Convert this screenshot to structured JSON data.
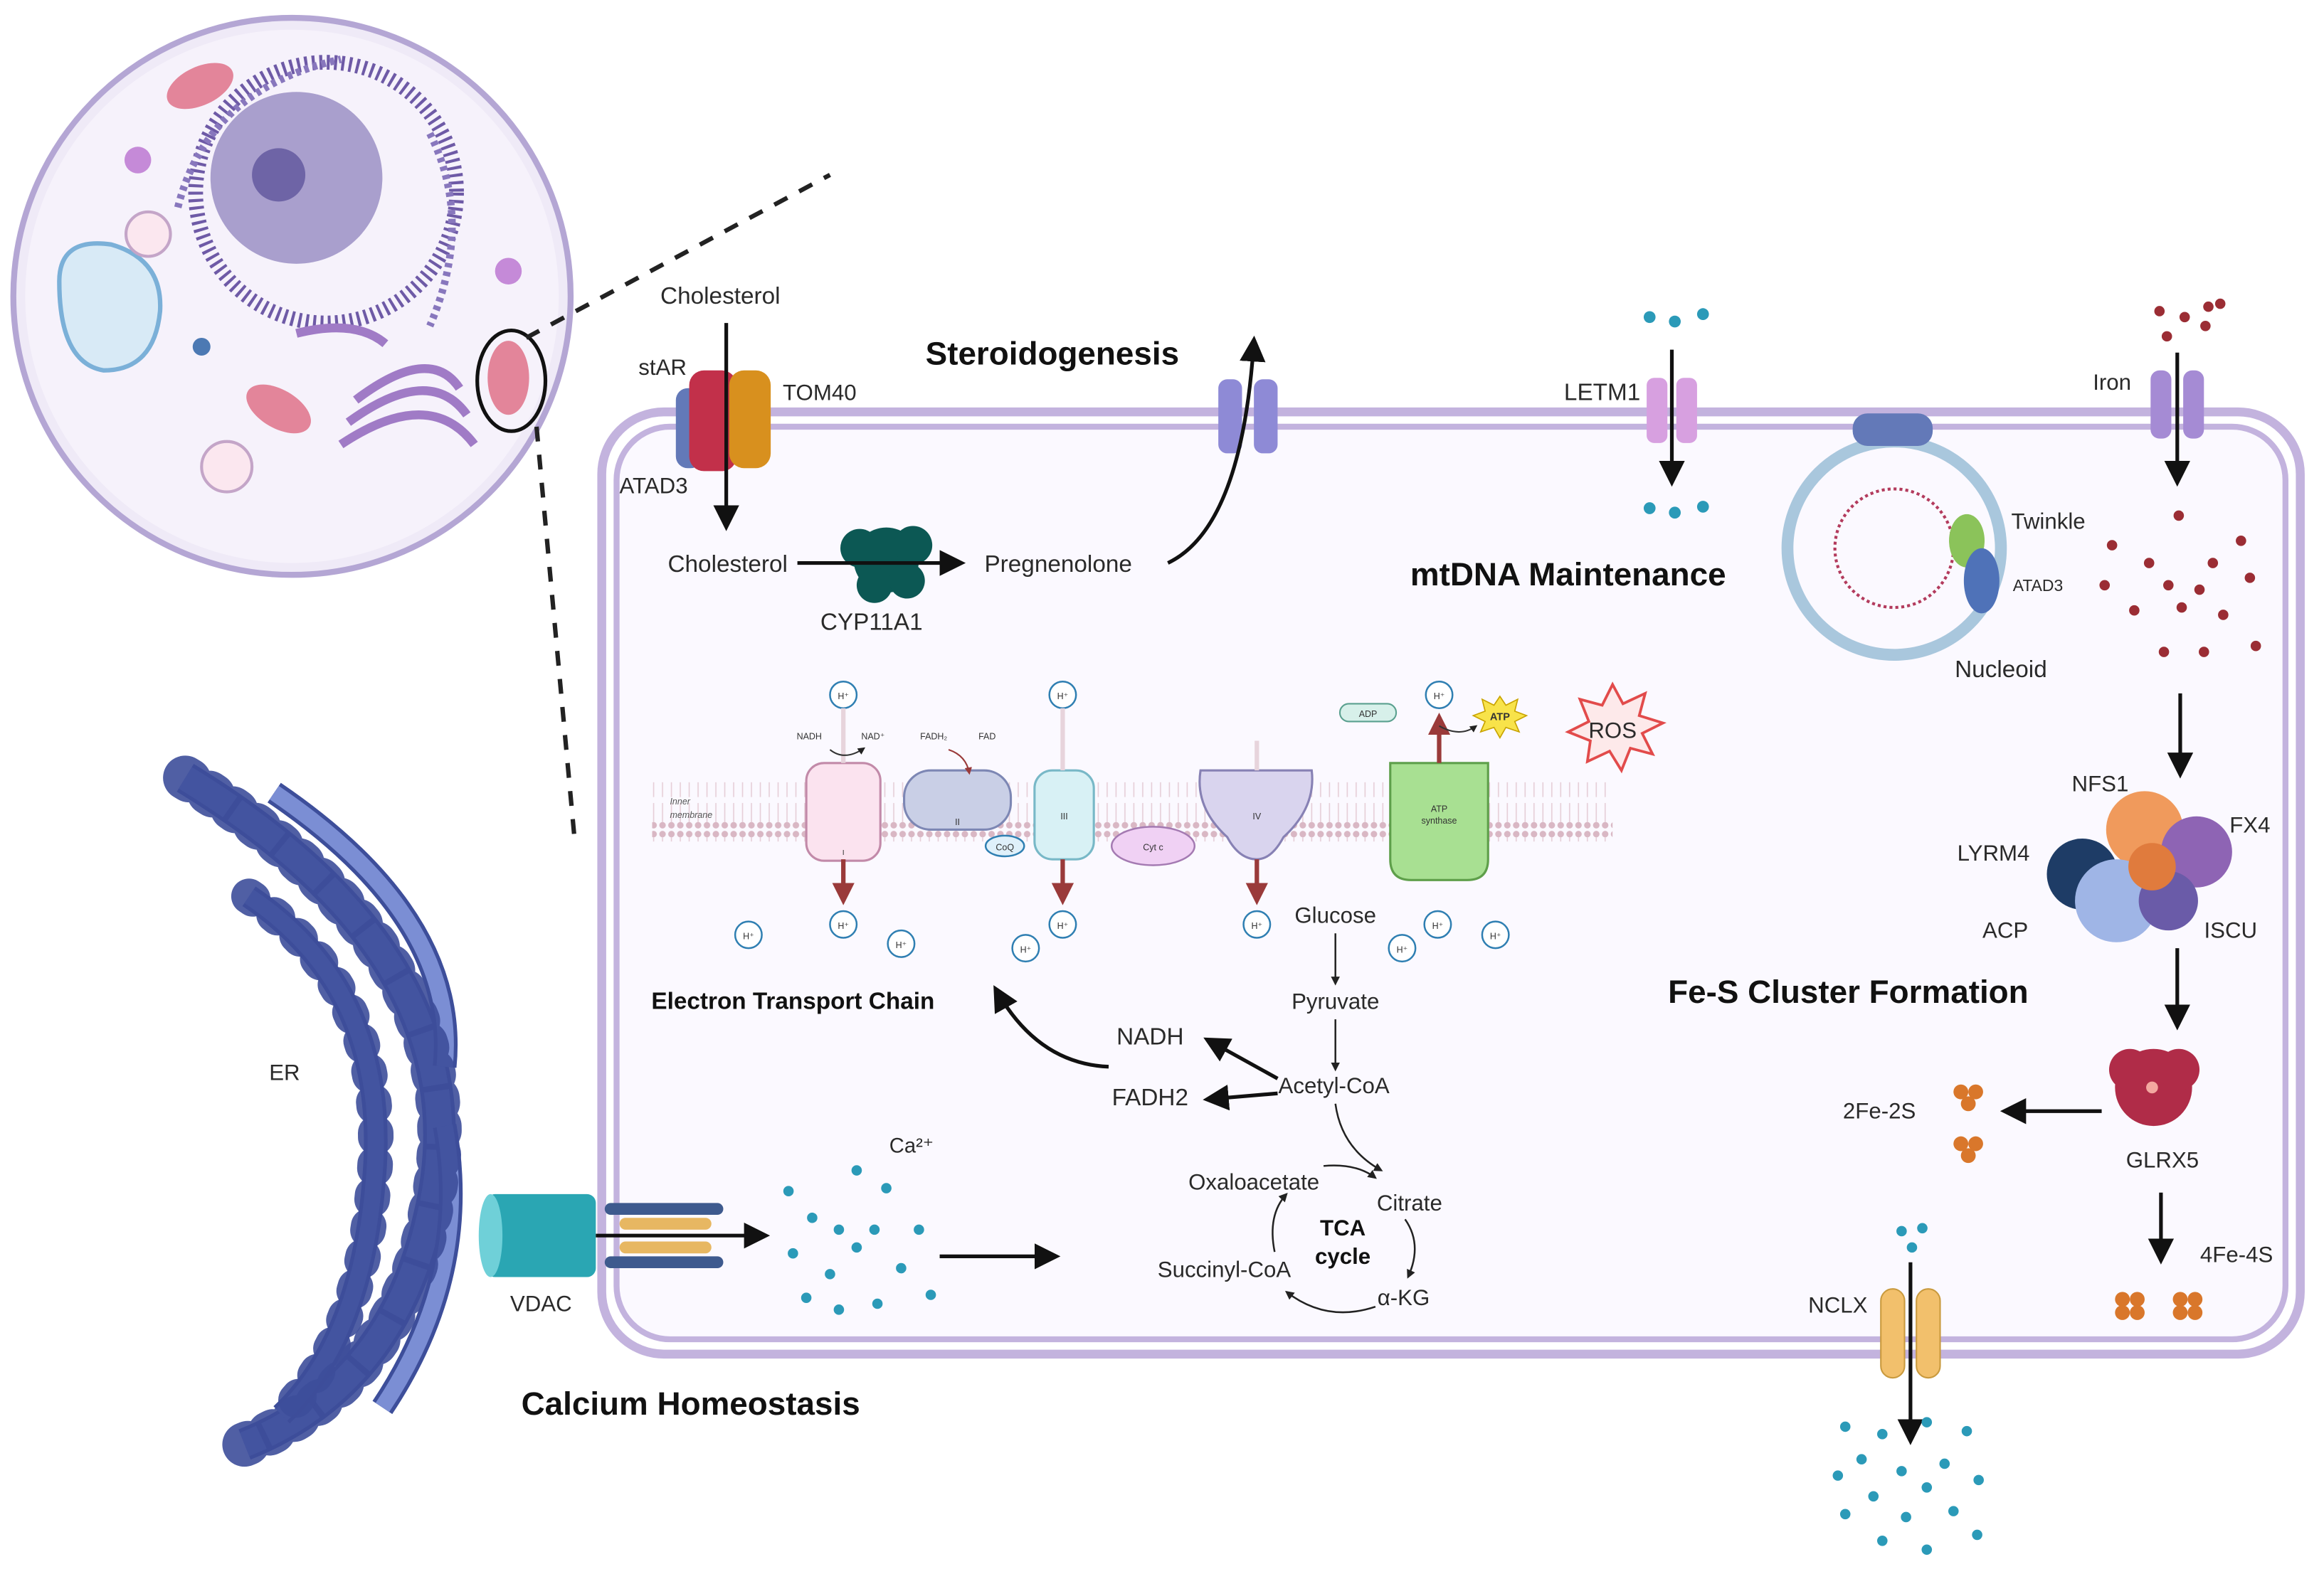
{
  "titles": {
    "steroidogenesis": "Steroidogenesis",
    "mtdna": "mtDNA Maintenance",
    "etc": "Electron Transport Chain",
    "fes": "Fe-S Cluster Formation",
    "calcium": "Calcium Homeostasis"
  },
  "steroid": {
    "cholesterol_out": "Cholesterol",
    "cholesterol_in": "Cholesterol",
    "star": "stAR",
    "tom40": "TOM40",
    "atad3": "ATAD3",
    "pregnenolone": "Pregnenolone",
    "cyp11a1": "CYP11A1"
  },
  "mtdna": {
    "letm1": "LETM1",
    "twinkle": "Twinkle",
    "atad3": "ATAD3",
    "nucleoid": "Nucleoid"
  },
  "fes": {
    "iron": "Iron",
    "nfs1": "NFS1",
    "fx4": "FX4",
    "lyrm4": "LYRM4",
    "acp": "ACP",
    "iscu": "ISCU",
    "glrx5": "GLRX5",
    "fe2s2": "2Fe-2S",
    "fe4s4": "4Fe-4S"
  },
  "etc": {
    "h": "H⁺",
    "nadh_small": "NADH",
    "nad_small": "NAD⁺",
    "fadh2_small": "FADH₂",
    "fad_small": "FAD",
    "adp": "ADP",
    "atp": "ATP",
    "ros": "ROS",
    "complex1": "I",
    "complex2": "II",
    "complex3": "III",
    "complex4": "IV",
    "coq": "CoQ",
    "cytc": "Cyt c",
    "atp_synthase_1": "ATP",
    "atp_synthase_2": "synthase",
    "membrane_1": "Inner",
    "membrane_2": "membrane"
  },
  "tca": {
    "glucose": "Glucose",
    "pyruvate": "Pyruvate",
    "acetylcoa": "Acetyl-CoA",
    "nadh": "NADH",
    "fadh2": "FADH2",
    "oxaloacetate": "Oxaloacetate",
    "citrate": "Citrate",
    "succinylcoa": "Succinyl-CoA",
    "akg": "α-KG",
    "tca_1": "TCA",
    "tca_2": "cycle"
  },
  "calcium": {
    "er": "ER",
    "vdac": "VDAC",
    "ca": "Ca²⁺",
    "nclx": "NCLX"
  },
  "colors": {
    "membrane": "#c3b3de",
    "membrane_fill": "#fbf9ff",
    "iron": "#9b2d34",
    "calcium": "#2b9ab8",
    "er": "#7b8ed4",
    "er_dark": "#3d4e9a",
    "cyp": "#0c5854",
    "star": "#c2304a",
    "tom40": "#d8901e",
    "atad3": "#6379b8",
    "glrx5": "#b02c48",
    "fes_cluster": "#d9772b",
    "vdac": "#2aa6b3",
    "nclx": "#f2c06c",
    "atp_synthase": "#a8e092",
    "ros": "#e24b4b"
  }
}
